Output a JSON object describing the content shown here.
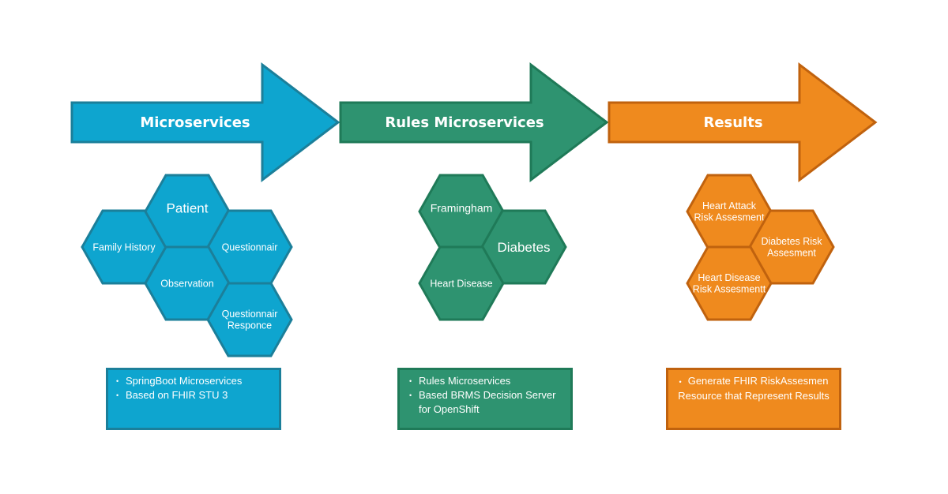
{
  "diagram": {
    "stages": [
      {
        "id": "microservices",
        "title": "Microservices",
        "fill": "#0ea5cf",
        "stroke": "#1b7f9a",
        "hexes": [
          {
            "label": [
              "Family History"
            ],
            "size": "small"
          },
          {
            "label": [
              "Patient"
            ],
            "size": "large"
          },
          {
            "label": [
              "Questionnair"
            ],
            "size": "small"
          },
          {
            "label": [
              "Observation"
            ],
            "size": "small"
          },
          {
            "label": [
              "Questionnair",
              "Responce"
            ],
            "size": "small"
          }
        ],
        "notes": [
          "SpringBoot Microservices",
          "Based on FHIR STU 3"
        ]
      },
      {
        "id": "rules",
        "title": "Rules Microservices",
        "fill": "#2e9370",
        "stroke": "#1f7a58",
        "hexes": [
          {
            "label": [
              "Framingham"
            ],
            "size": "medium"
          },
          {
            "label": [
              "Diabetes"
            ],
            "size": "large"
          },
          {
            "label": [
              "Heart Disease"
            ],
            "size": "small"
          }
        ],
        "notes": [
          "Rules Microservices",
          "Based BRMS Decision Server for OpenShift"
        ]
      },
      {
        "id": "results",
        "title": "Results",
        "fill": "#ef8a1e",
        "stroke": "#c0620e",
        "hexes": [
          {
            "label": [
              "Heart Attack",
              "Risk Assesment"
            ],
            "size": "small"
          },
          {
            "label": [
              "Diabetes Risk",
              "Assesment"
            ],
            "size": "small"
          },
          {
            "label": [
              "Heart Disease",
              "Risk Assesmentt"
            ],
            "size": "small"
          }
        ],
        "notes": [
          "Generate FHIR RiskAssesmen Resource that Represent Results"
        ]
      }
    ]
  }
}
